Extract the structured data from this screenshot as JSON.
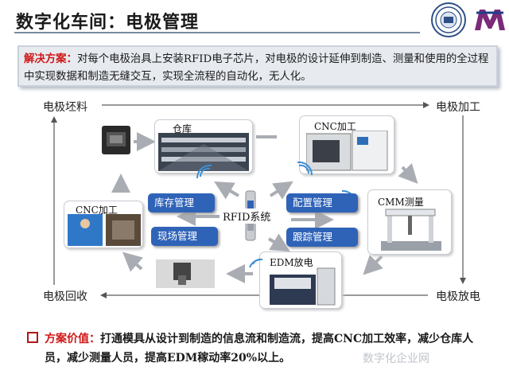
{
  "header": {
    "title": "数字化车间：电极管理"
  },
  "solution": {
    "label": "解决方案：",
    "text": "对每个电极治具上安装RFID电子芯片，对电极的设计延伸到制造、测量和使用的全过程中实现数据和制造无缝交互，实现全流程的自动化，无人化。"
  },
  "corners": {
    "top_left": "电极坯料",
    "top_right": "电极加工",
    "bottom_left": "电极回收",
    "bottom_right": "电极放电"
  },
  "stations": {
    "warehouse": "仓库",
    "cnc_top": "CNC加工",
    "cmm": "CMM测量",
    "edm": "EDM放电",
    "cnc_left": "CNC加工"
  },
  "center": {
    "label": "RFID系统"
  },
  "functions": {
    "inventory": "库存管理",
    "field": "现场管理",
    "config": "配置管理",
    "tracking": "跟踪管理"
  },
  "value": {
    "label": "方案价值：",
    "text": "打通模具从设计到制造的信息流和制造流，提高CNC加工效率，减少仓库人员，减少测量人员，提高EDM稼动率20%以上。"
  },
  "watermark": {
    "text": "数字化企业网"
  },
  "colors": {
    "accent_red": "#d01818",
    "button_blue": "#2f63b8",
    "arrow_gray": "#a9adb3"
  }
}
